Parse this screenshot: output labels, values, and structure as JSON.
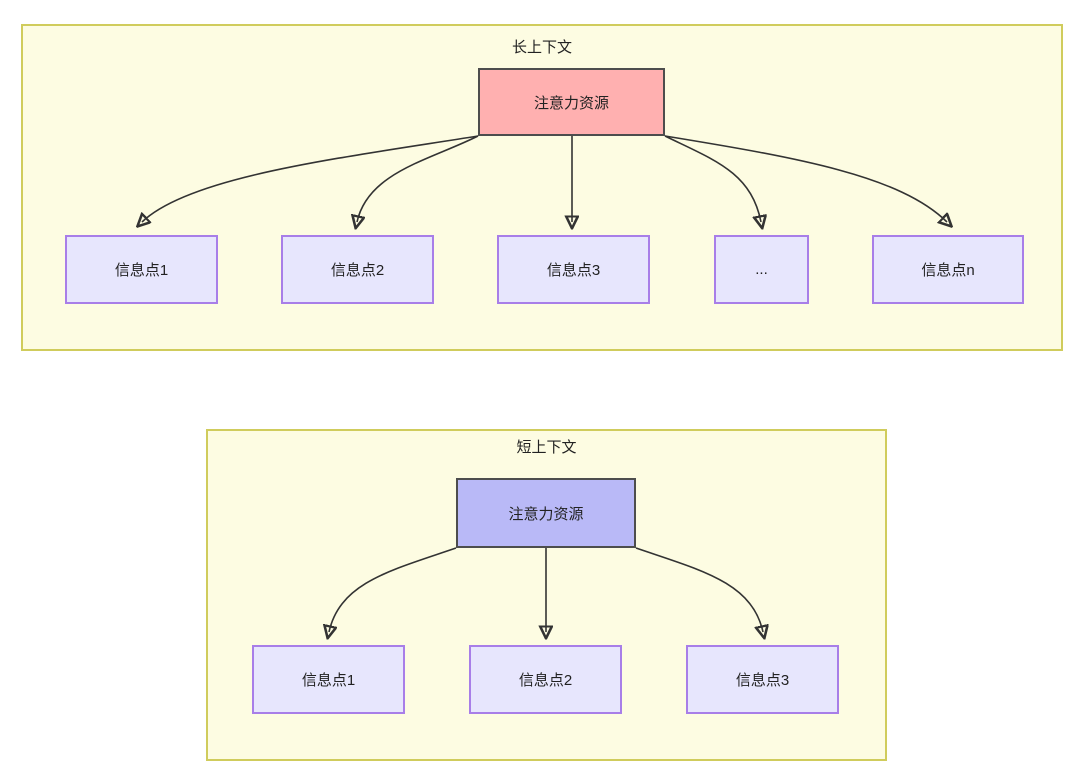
{
  "diagram": {
    "sections": [
      {
        "id": "long-context",
        "title": "长上下文",
        "root": {
          "label": "注意力资源",
          "color": "#ffb0b0"
        },
        "leaves": [
          {
            "label": "信息点1"
          },
          {
            "label": "信息点2"
          },
          {
            "label": "信息点3"
          },
          {
            "label": "..."
          },
          {
            "label": "信息点n"
          }
        ]
      },
      {
        "id": "short-context",
        "title": "短上下文",
        "root": {
          "label": "注意力资源",
          "color": "#b9b9f7"
        },
        "leaves": [
          {
            "label": "信息点1"
          },
          {
            "label": "信息点2"
          },
          {
            "label": "信息点3"
          }
        ]
      }
    ],
    "colors": {
      "panel_fill": "#fdfce2",
      "panel_border": "#d0cc5c",
      "leaf_fill": "#e7e6fd",
      "leaf_border": "#a87ee8",
      "root_border": "#4d4d4d",
      "edge": "#333333",
      "text": "#222222"
    }
  }
}
